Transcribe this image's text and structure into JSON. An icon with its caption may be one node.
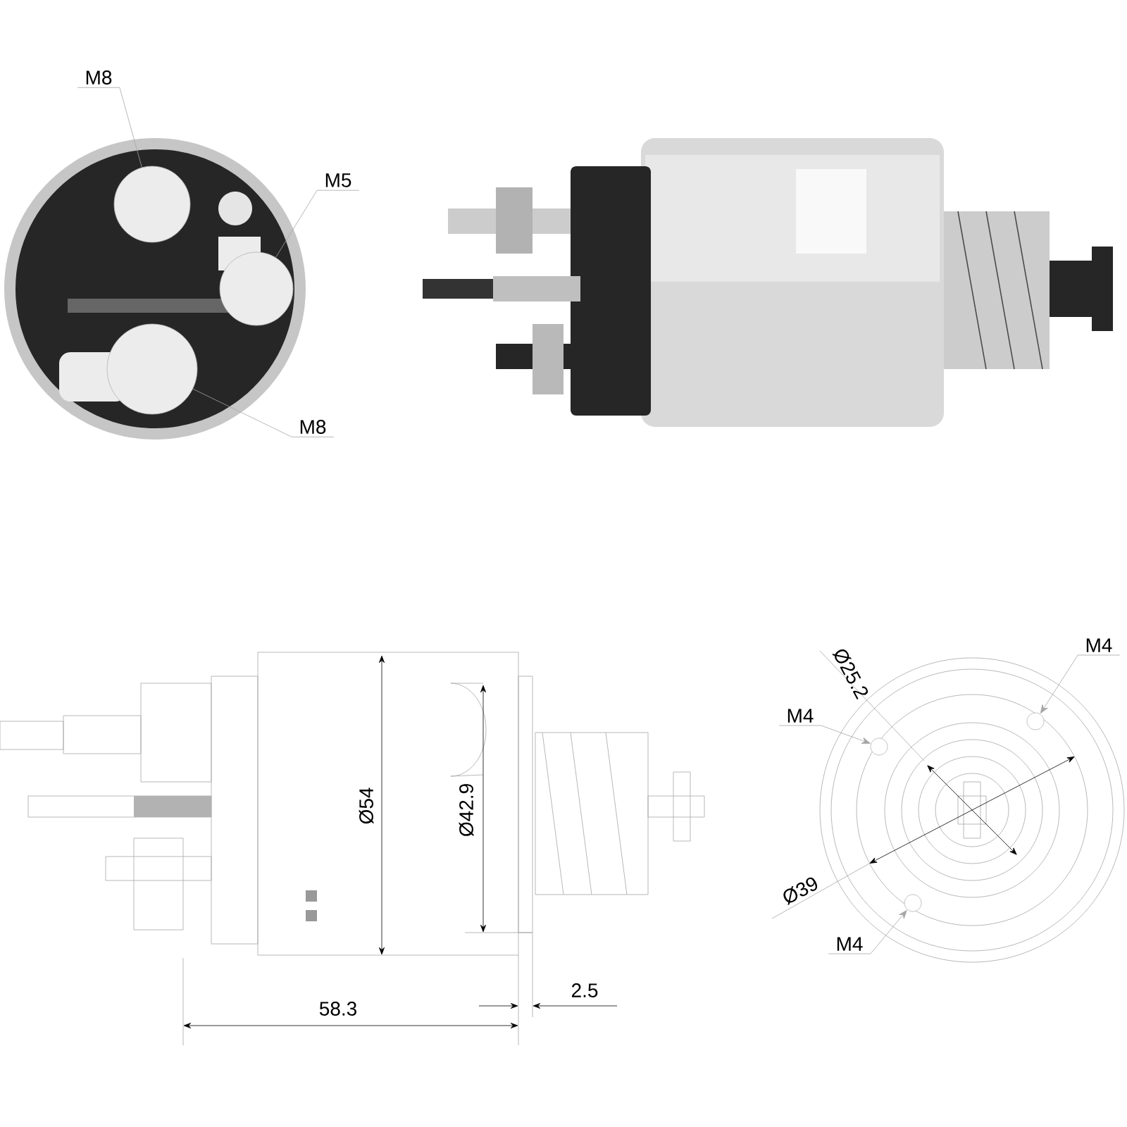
{
  "diagram": {
    "nodes": [
      {
        "text": [
          "M8"
        ]
      },
      {
        "text": [
          "M5"
        ]
      },
      {
        "text": [
          "M8"
        ]
      },
      {
        "text": [
          "M4"
        ]
      },
      {
        "text": [
          "M4"
        ]
      },
      {
        "text": [
          "M4"
        ]
      },
      {
        "text": [],
        "shape": "circle"
      },
      {
        "text": [],
        "shape": "circle"
      },
      {
        "text": [],
        "shape": "circle"
      },
      {
        "text": [],
        "shape": "circle"
      },
      {
        "text": [],
        "shape": "circle"
      },
      {
        "text": [],
        "shape": "circle"
      }
    ],
    "edges": [
      {
        "from": 0,
        "to": 6,
        "arrow": "none"
      },
      {
        "from": 1,
        "to": 7,
        "arrow": "none"
      },
      {
        "from": 2,
        "to": 8,
        "arrow": "none"
      },
      {
        "from": 3,
        "to": 9,
        "arrow": "to"
      },
      {
        "from": 4,
        "to": 10,
        "arrow": "to"
      },
      {
        "from": 5,
        "to": 11,
        "arrow": "to"
      }
    ],
    "labels": [
      "Ø54",
      "Ø42.9",
      "58.3",
      "2.5",
      "Ø25.2",
      "Ø39"
    ]
  }
}
